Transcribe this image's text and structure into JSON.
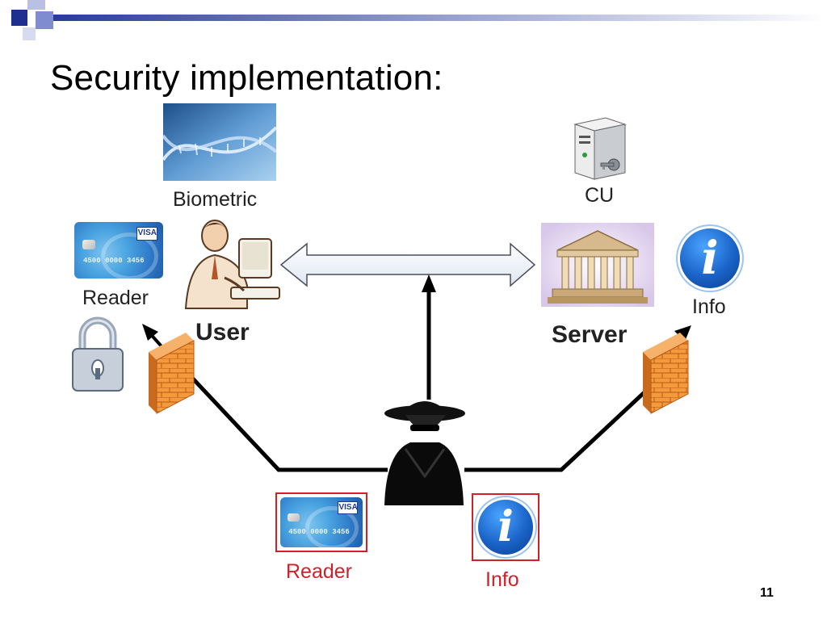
{
  "slide": {
    "title": "Security implementation:",
    "page_number": "11"
  },
  "labels": {
    "biometric": "Biometric",
    "cu": "CU",
    "reader_top": "Reader",
    "user": "User",
    "server": "Server",
    "info_top": "Info",
    "reader_bottom": "Reader",
    "info_bottom": "Info"
  },
  "card_text": {
    "brand": "VISA",
    "number": "4500 0000 3456"
  },
  "info_glyph": "i",
  "colors": {
    "header_accent": "#1f2f8f",
    "firewall": "#e9882f",
    "highlight_red": "#d0202a",
    "info_blue": "#1a63c8"
  }
}
